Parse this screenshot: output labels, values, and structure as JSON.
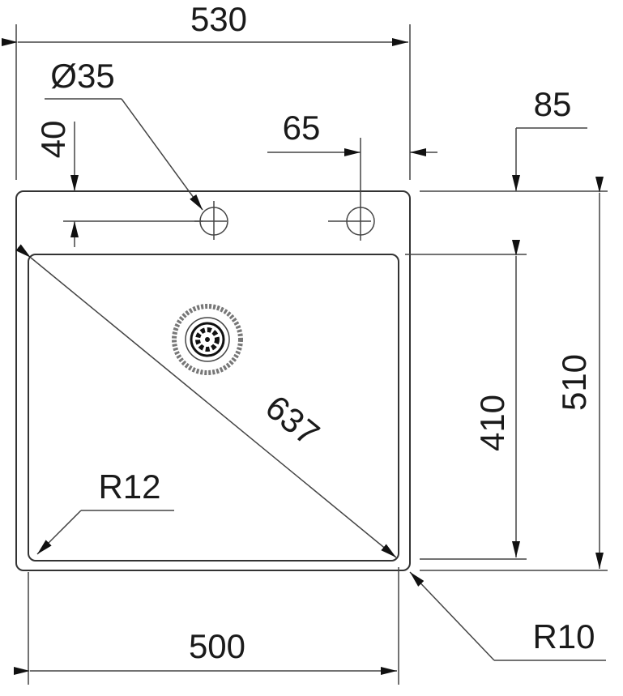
{
  "dimensions": {
    "overall_width": "530",
    "tap_hole_diameter": "Ø35",
    "tap_hole_offset_top": "40",
    "tap_hole_offset_side": "65",
    "deck_depth": "85",
    "bowl_depth": "410",
    "overall_depth": "510",
    "bowl_diagonal": "637",
    "bowl_corner_radius": "R12",
    "bowl_width": "500",
    "outer_corner_radius": "R10"
  }
}
